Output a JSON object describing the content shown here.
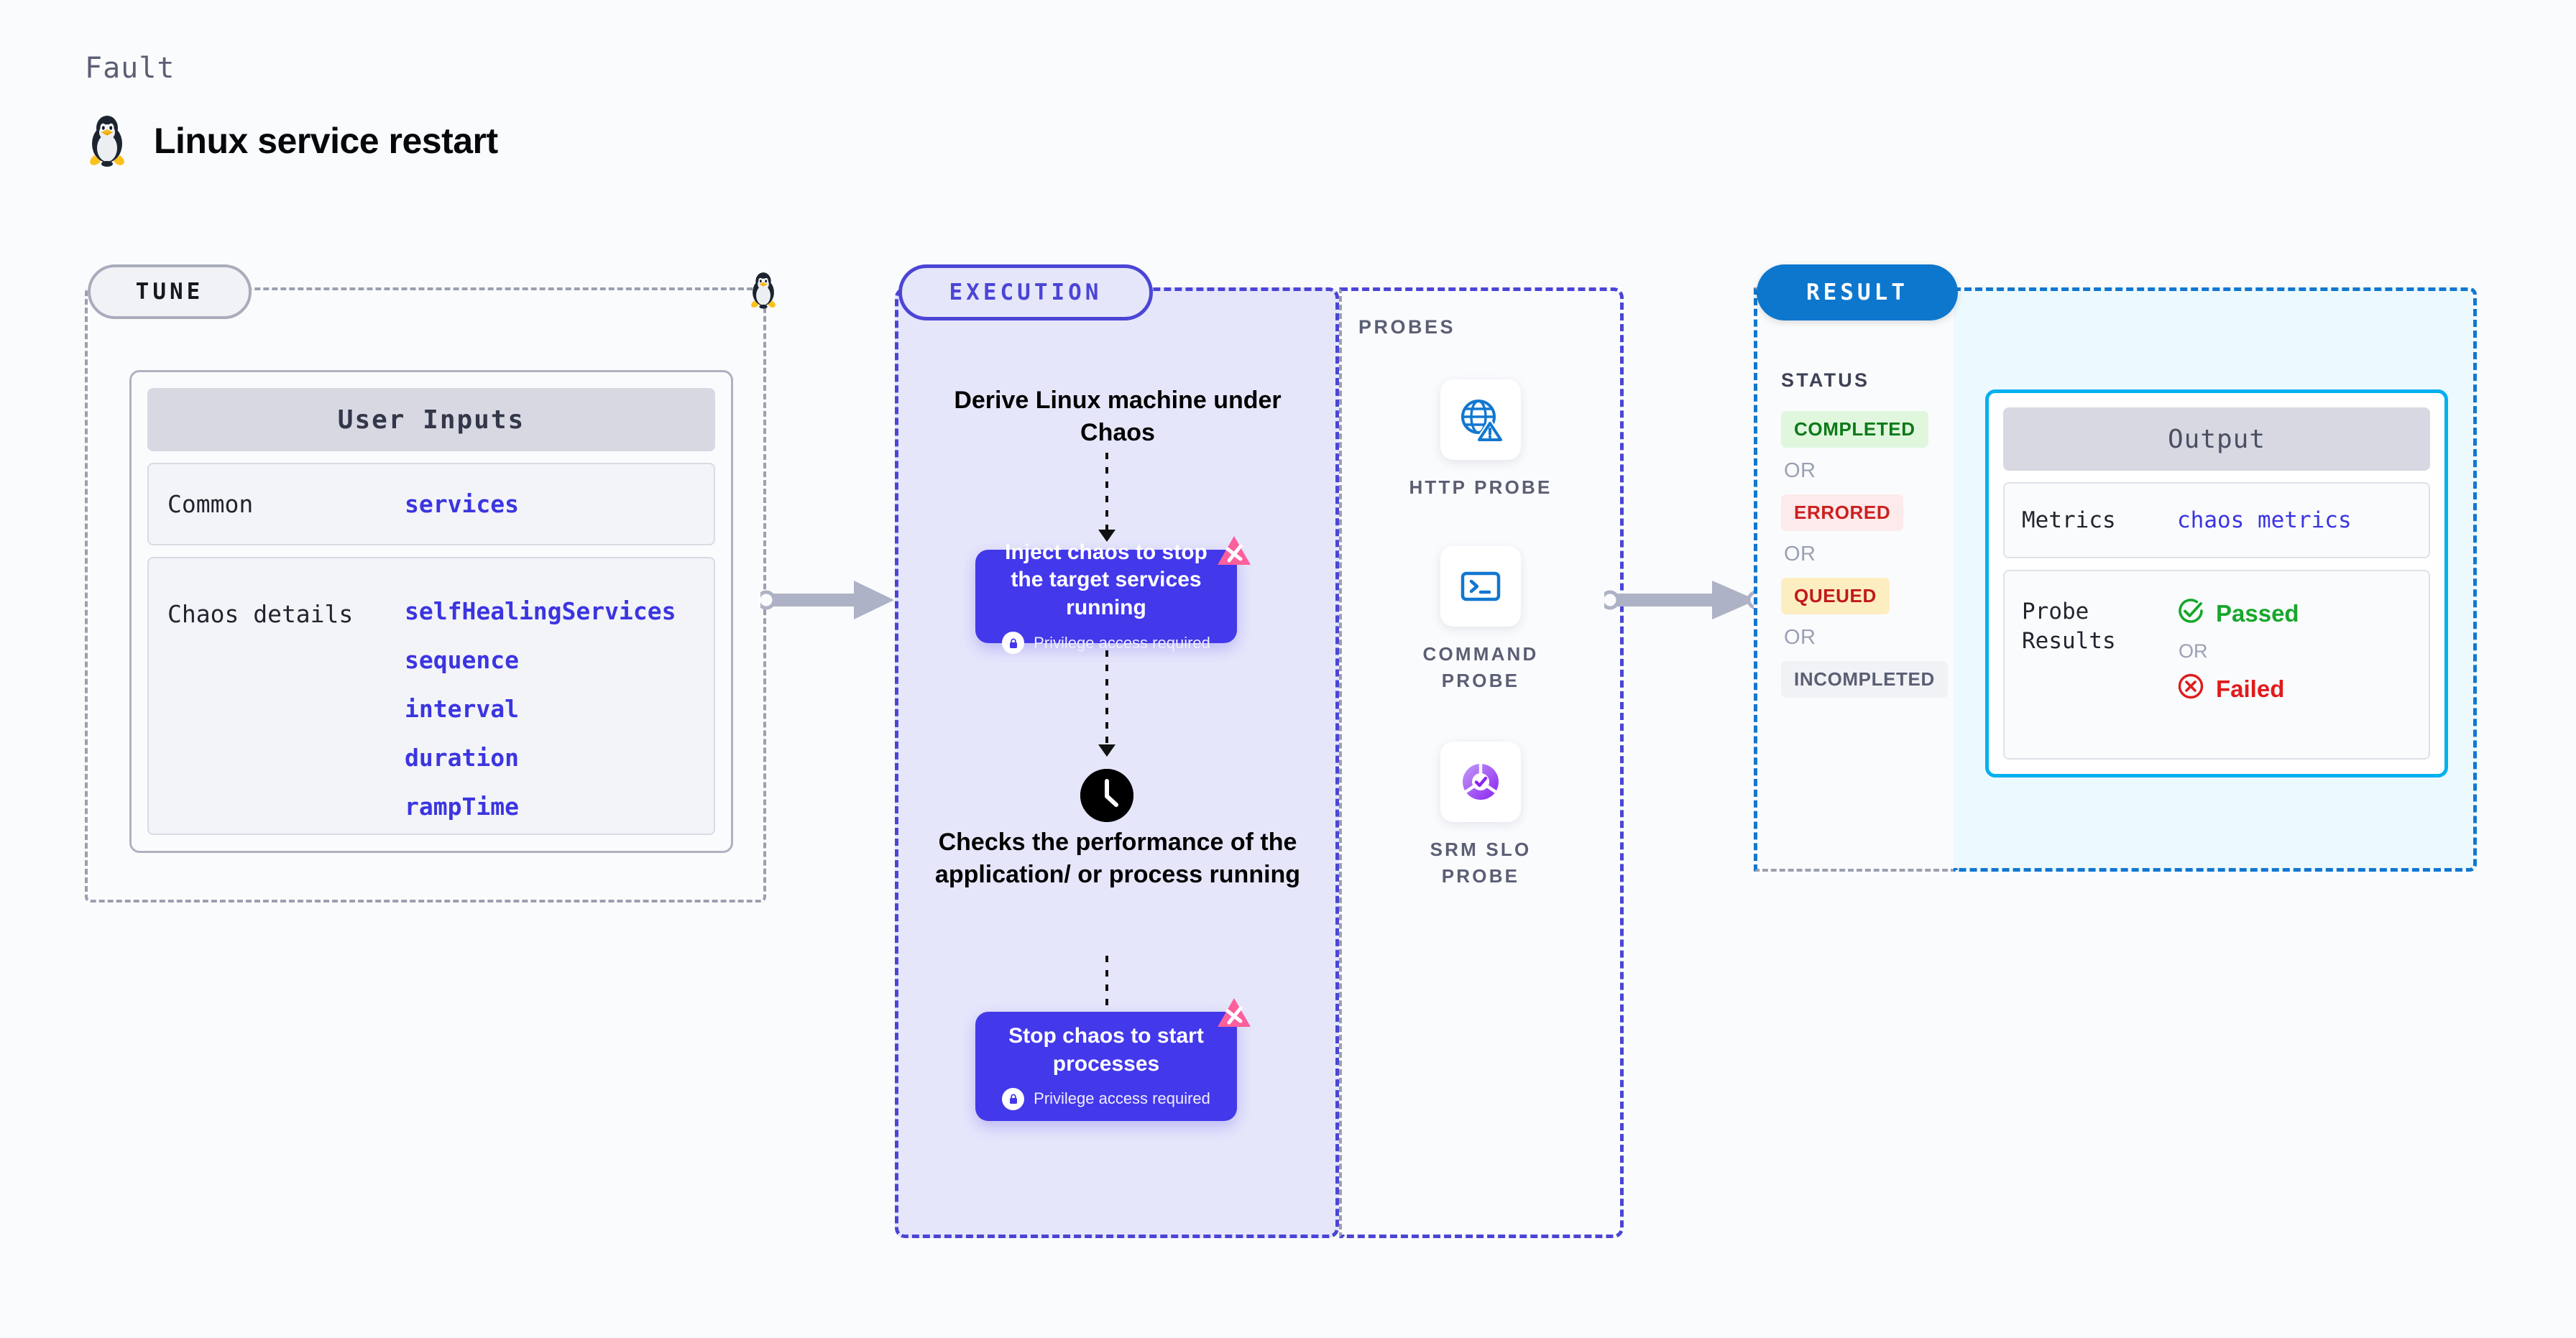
{
  "header": {
    "kicker": "Fault",
    "title": "Linux service restart",
    "icon": "linux-penguin-icon"
  },
  "tune": {
    "pill_label": "TUNE",
    "card_title": "User Inputs",
    "rows": [
      {
        "label": "Common",
        "values": [
          "services"
        ]
      },
      {
        "label": "Chaos details",
        "values": [
          "selfHealingServices",
          "sequence",
          "interval",
          "duration",
          "rampTime"
        ]
      }
    ]
  },
  "execution": {
    "pill_label": "EXECUTION",
    "derive_text": "Derive Linux machine under Chaos",
    "node_inject": {
      "title": "Inject chaos to stop the target services running",
      "subtext": "Privilege access required",
      "icon": "lock-icon",
      "badge_icon": "chaos-mark-icon"
    },
    "check_text": "Checks the performance of the application/ or process running",
    "check_icon": "clock-icon",
    "node_stop": {
      "title": "Stop chaos to start processes",
      "subtext": "Privilege access required",
      "icon": "lock-icon",
      "badge_icon": "chaos-mark-icon"
    }
  },
  "probes": {
    "label": "PROBES",
    "items": [
      {
        "name": "HTTP PROBE",
        "icon": "globe-warning-icon"
      },
      {
        "name": "COMMAND PROBE",
        "icon": "terminal-icon"
      },
      {
        "name": "SRM SLO PROBE",
        "icon": "slo-gauge-check-icon"
      }
    ]
  },
  "result": {
    "pill_label": "RESULT",
    "status_label": "STATUS",
    "or_label": "OR",
    "statuses": [
      {
        "label": "COMPLETED",
        "color": "#0d7a18",
        "bg": "#e0f7de"
      },
      {
        "label": "ERRORED",
        "color": "#cc2020",
        "bg": "#fdeaea"
      },
      {
        "label": "QUEUED",
        "color": "#c01919",
        "bg": "#fdeec1"
      },
      {
        "label": "INCOMPLETED",
        "color": "#5a5f74",
        "bg": "#f1f2f6"
      }
    ],
    "output": {
      "title": "Output",
      "metrics_label": "Metrics",
      "metrics_value": "chaos metrics",
      "probe_results_label": "Probe Results",
      "or_label": "OR",
      "passed_label": "Passed",
      "passed_color": "#17a72b",
      "failed_label": "Failed",
      "failed_color": "#e01b1b",
      "passed_icon": "check-circle-icon",
      "failed_icon": "x-circle-icon"
    }
  },
  "colors": {
    "indigo": "#4338ea",
    "blue": "#1277d0",
    "cyan": "#02b0ef",
    "pink": "#fb5f9c",
    "gray": "#9ba0b0"
  }
}
